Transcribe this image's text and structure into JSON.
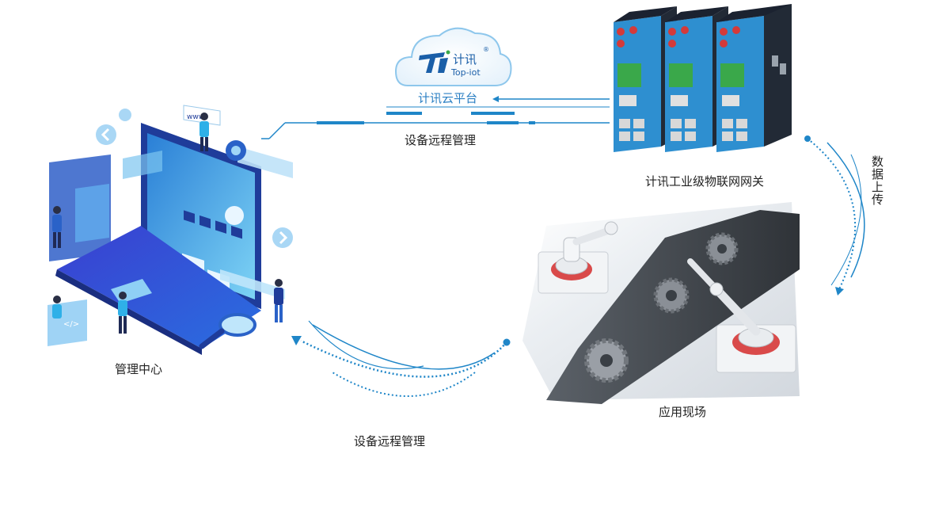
{
  "cloud": {
    "brand_cn": "计讯",
    "brand_en": "Top-iot",
    "registered": "®",
    "platform_label": "计讯云平台"
  },
  "labels": {
    "remote_top": "设备远程管理",
    "gateway": "计讯工业级物联网网关",
    "data_upload": "数据上传",
    "management_center": "管理中心",
    "application_field": "应用现场",
    "remote_bottom": "设备远程管理"
  },
  "laptop": {
    "www": "www"
  },
  "colors": {
    "accent": "#2b7fc3",
    "flow": "#1f86c8",
    "gateway_body": "#2e8fd0",
    "dark": "#1e2a3a"
  }
}
